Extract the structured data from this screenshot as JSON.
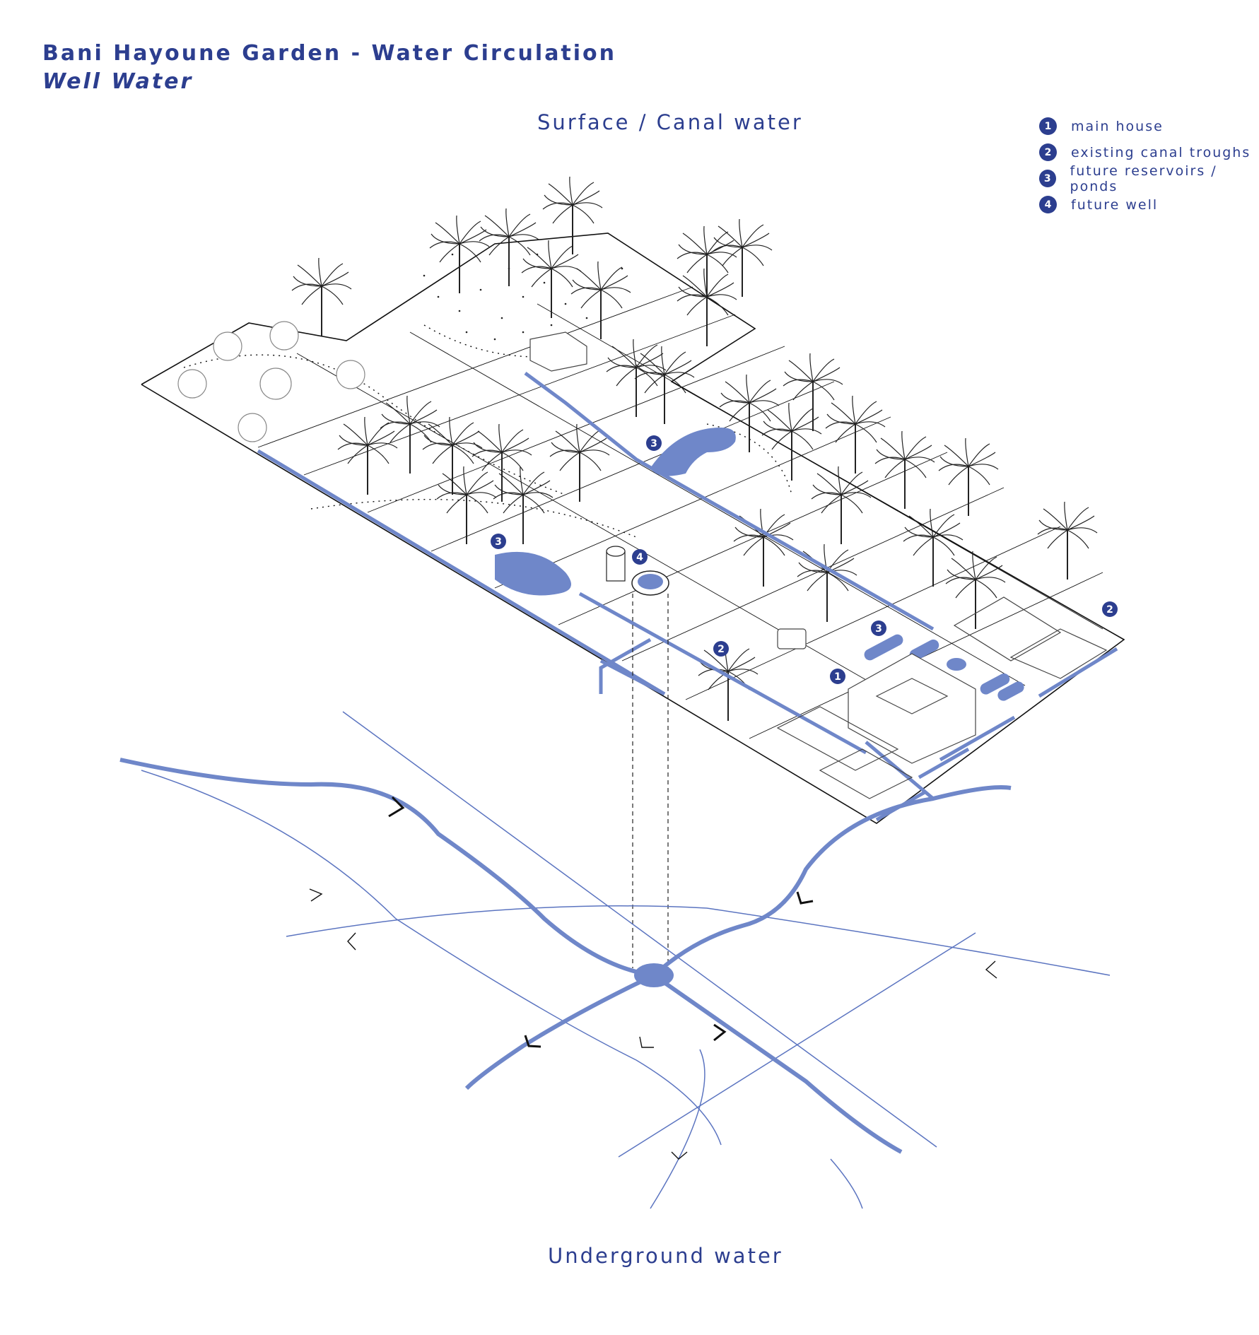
{
  "title": "Bani Hayoune Garden - Water Circulation",
  "subtitle": "Well Water",
  "surface_label": "Surface / Canal water",
  "underground_label": "Underground water",
  "legend": [
    {
      "num": "1",
      "label": "main house"
    },
    {
      "num": "2",
      "label": "existing canal troughs"
    },
    {
      "num": "3",
      "label": "future reservoirs / ponds"
    },
    {
      "num": "4",
      "label": "future well"
    }
  ],
  "colors": {
    "accent": "#2c3e8f",
    "water": "#6f87c9",
    "line": "#111111",
    "thin_water": "#5b74c0"
  }
}
